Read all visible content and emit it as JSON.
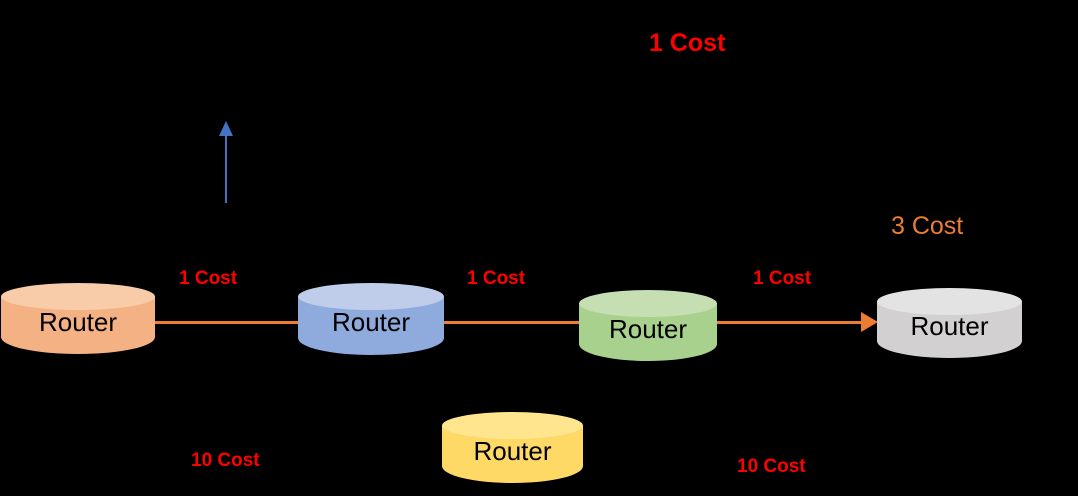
{
  "diagram": {
    "background": "#000000",
    "link_color": "#ED7D31",
    "up_arrow_color": "#4472C4",
    "router_text_color": "#000000",
    "top_label": {
      "text": "1 Cost",
      "color": "#FF0000"
    },
    "total_cost_label": {
      "text": "3 Cost",
      "color": "#ED7D31"
    },
    "routers": [
      {
        "label": "Router",
        "body_color": "#F4B183",
        "top_color": "#F8CBA9"
      },
      {
        "label": "Router",
        "body_color": "#8FAADC",
        "top_color": "#BFCCEA"
      },
      {
        "label": "Router",
        "body_color": "#A9D18E",
        "top_color": "#C5DFB3"
      },
      {
        "label": "Router",
        "body_color": "#D2D0D0",
        "top_color": "#E4E3E3"
      },
      {
        "label": "Router",
        "body_color": "#FFD966",
        "top_color": "#FFE58E"
      }
    ],
    "link_labels": [
      {
        "text": "1 Cost",
        "color": "#FF0000"
      },
      {
        "text": "1 Cost",
        "color": "#FF0000"
      },
      {
        "text": "1 Cost",
        "color": "#FF0000"
      }
    ],
    "bottom_labels": [
      {
        "text": "10 Cost",
        "color": "#FF0000"
      },
      {
        "text": "10 Cost",
        "color": "#FF0000"
      }
    ]
  }
}
